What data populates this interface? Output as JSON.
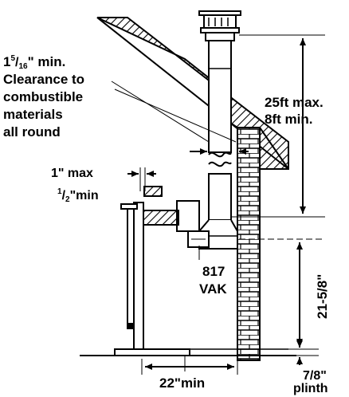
{
  "clearance_note": {
    "line1_whole": "1",
    "line1_num": "5",
    "line1_den": "16",
    "line1_rest": "\" min.",
    "line2": "Clearance to",
    "line3": "combustible",
    "line4": "materials",
    "line5": "all round"
  },
  "flue_length": {
    "max": "25ft max.",
    "min": "8ft min."
  },
  "wall_gap": {
    "max": "1\" max",
    "min_num": "1",
    "min_den": "2",
    "min_rest": "\"min"
  },
  "model_label": {
    "line1": "817",
    "line2": "VAK"
  },
  "height_dim": "21-5/8\"",
  "bottom_dims": {
    "width": "22\"min",
    "plinth_size": "7/8\"",
    "plinth_word": "plinth"
  },
  "colors": {
    "ink": "#000000",
    "paper": "#ffffff",
    "roof_hatch": "#000000"
  }
}
